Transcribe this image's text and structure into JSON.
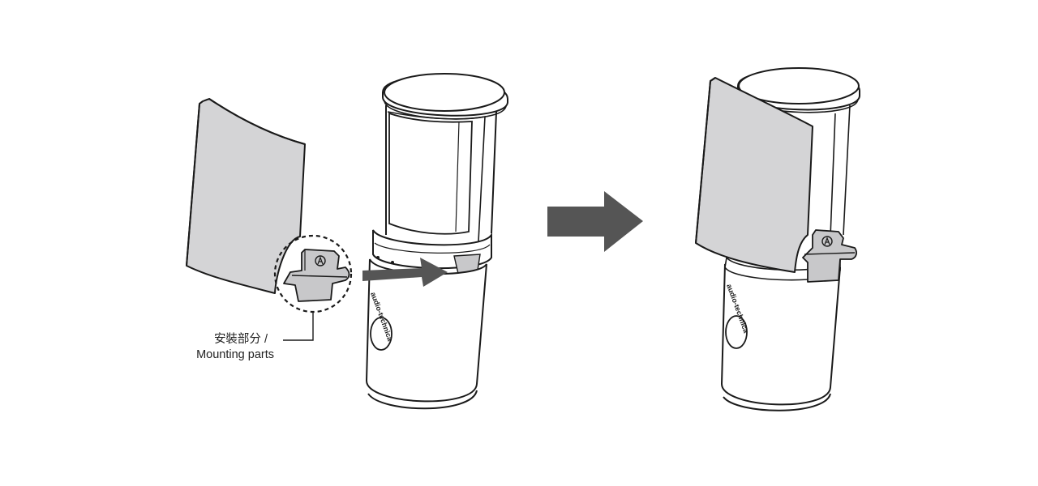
{
  "callout": {
    "label_ja": "安裝部分 /",
    "label_en": "Mounting parts"
  },
  "brand": {
    "microphone_logo": "audio-technica"
  },
  "colors": {
    "line": "#1a1a1a",
    "pop_filter_fill": "#d4d4d6",
    "arrow_fill": "#555555",
    "clip_fill": "#c8c8ca",
    "background": "#ffffff"
  },
  "icons": {
    "next_step": "right-arrow-icon",
    "insert_direction": "push-arrow-icon",
    "brand_logo": "audio-technica-logo-icon"
  }
}
